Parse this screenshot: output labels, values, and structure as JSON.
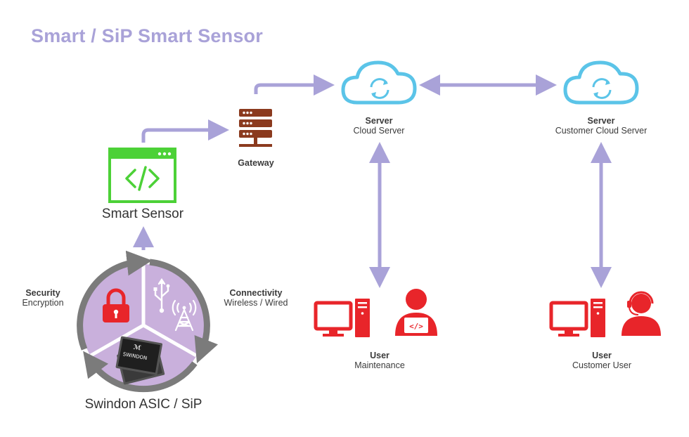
{
  "title": "Smart / SiP Smart Sensor",
  "nodes": {
    "smart_sensor": {
      "label": "Smart Sensor"
    },
    "gateway": {
      "label": "Gateway"
    },
    "cloud_server": {
      "title": "Server",
      "subtitle": "Cloud Server"
    },
    "customer_cloud_server": {
      "title": "Server",
      "subtitle": "Customer Cloud Server"
    },
    "maintenance_user": {
      "title": "User",
      "subtitle": "Maintenance"
    },
    "customer_user": {
      "title": "User",
      "subtitle": "Customer User"
    },
    "asic": {
      "label": "Swindon ASIC / SiP",
      "chip_text": "SWINDON"
    },
    "security": {
      "title": "Security",
      "subtitle": "Encryption"
    },
    "connectivity": {
      "title": "Connectivity",
      "subtitle": "Wireless / Wired"
    }
  },
  "colors": {
    "title": "#a9a2d8",
    "arrow": "#a9a2d8",
    "cloud": "#5bc4e8",
    "sensor": "#4cd137",
    "gateway": "#8b3a1e",
    "user": "#e8252a",
    "ring": "#7b7b7b",
    "ring_fill": "#c9b0dc"
  }
}
